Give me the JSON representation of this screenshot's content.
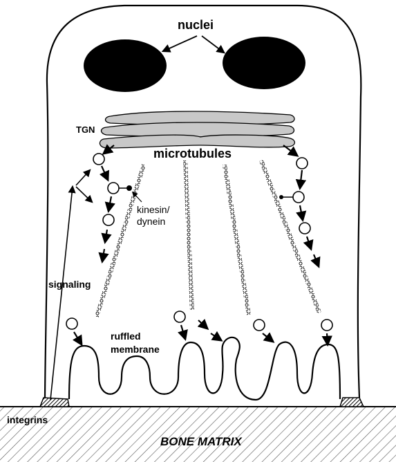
{
  "labels": {
    "nuclei": "nuclei",
    "tgn": "TGN",
    "microtubules": "microtubules",
    "kinesin_dynein_line1": "kinesin/",
    "kinesin_dynein_line2": "dynein",
    "signaling": "signaling",
    "ruffled_line1": "ruffled",
    "ruffled_line2": "membrane",
    "integrins": "integrins",
    "bone_matrix": "BONE MATRIX"
  },
  "colors": {
    "ink": "#000000",
    "background": "#ffffff",
    "golgi_fill": "#c8c8c8",
    "matrix_hatch": "#555555"
  }
}
